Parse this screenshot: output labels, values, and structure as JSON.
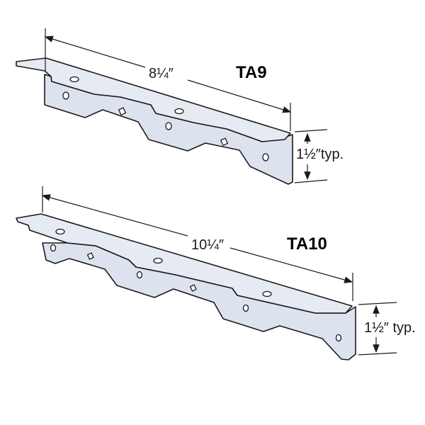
{
  "parts": [
    {
      "model": "TA9",
      "length_label": "8¼″",
      "height_label": "1½″typ."
    },
    {
      "model": "TA10",
      "length_label": "10¼″",
      "height_label": "1½″ typ."
    }
  ],
  "colors": {
    "steel": "#dde3ee",
    "outline": "#1a1a1a"
  }
}
